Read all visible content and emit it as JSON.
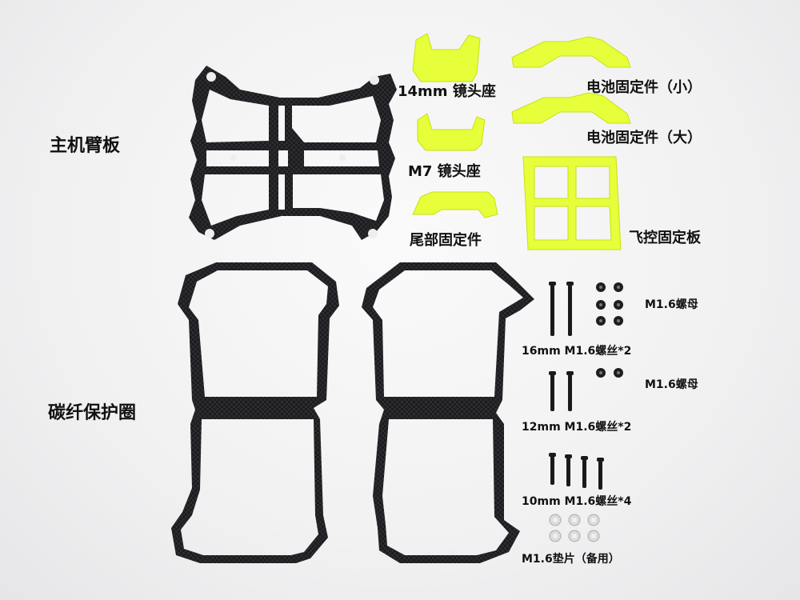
{
  "labels": {
    "main_arm_plate": "主机臂板",
    "carbon_guard": "碳纤保护圈",
    "lens_mount_14mm": "14mm 镜头座",
    "lens_mount_m7": "M7 镜头座",
    "tail_mount": "尾部固定件",
    "battery_mount_small": "电池固定件（小）",
    "battery_mount_large": "电池固定件（大）",
    "fc_mount_plate": "飞控固定板",
    "nut_1": "M1.6螺母",
    "nut_2": "M1.6螺母",
    "screw_16mm": "16mm M1.6螺丝*2",
    "screw_12mm": "12mm M1.6螺丝*2",
    "screw_10mm": "10mm M1.6螺丝*4",
    "washer_spare": "M1.6垫片（备用）"
  },
  "colors": {
    "carbon": "#1c1c1e",
    "yellow": "#e6ff3a",
    "washer": "#d8d8d8"
  }
}
